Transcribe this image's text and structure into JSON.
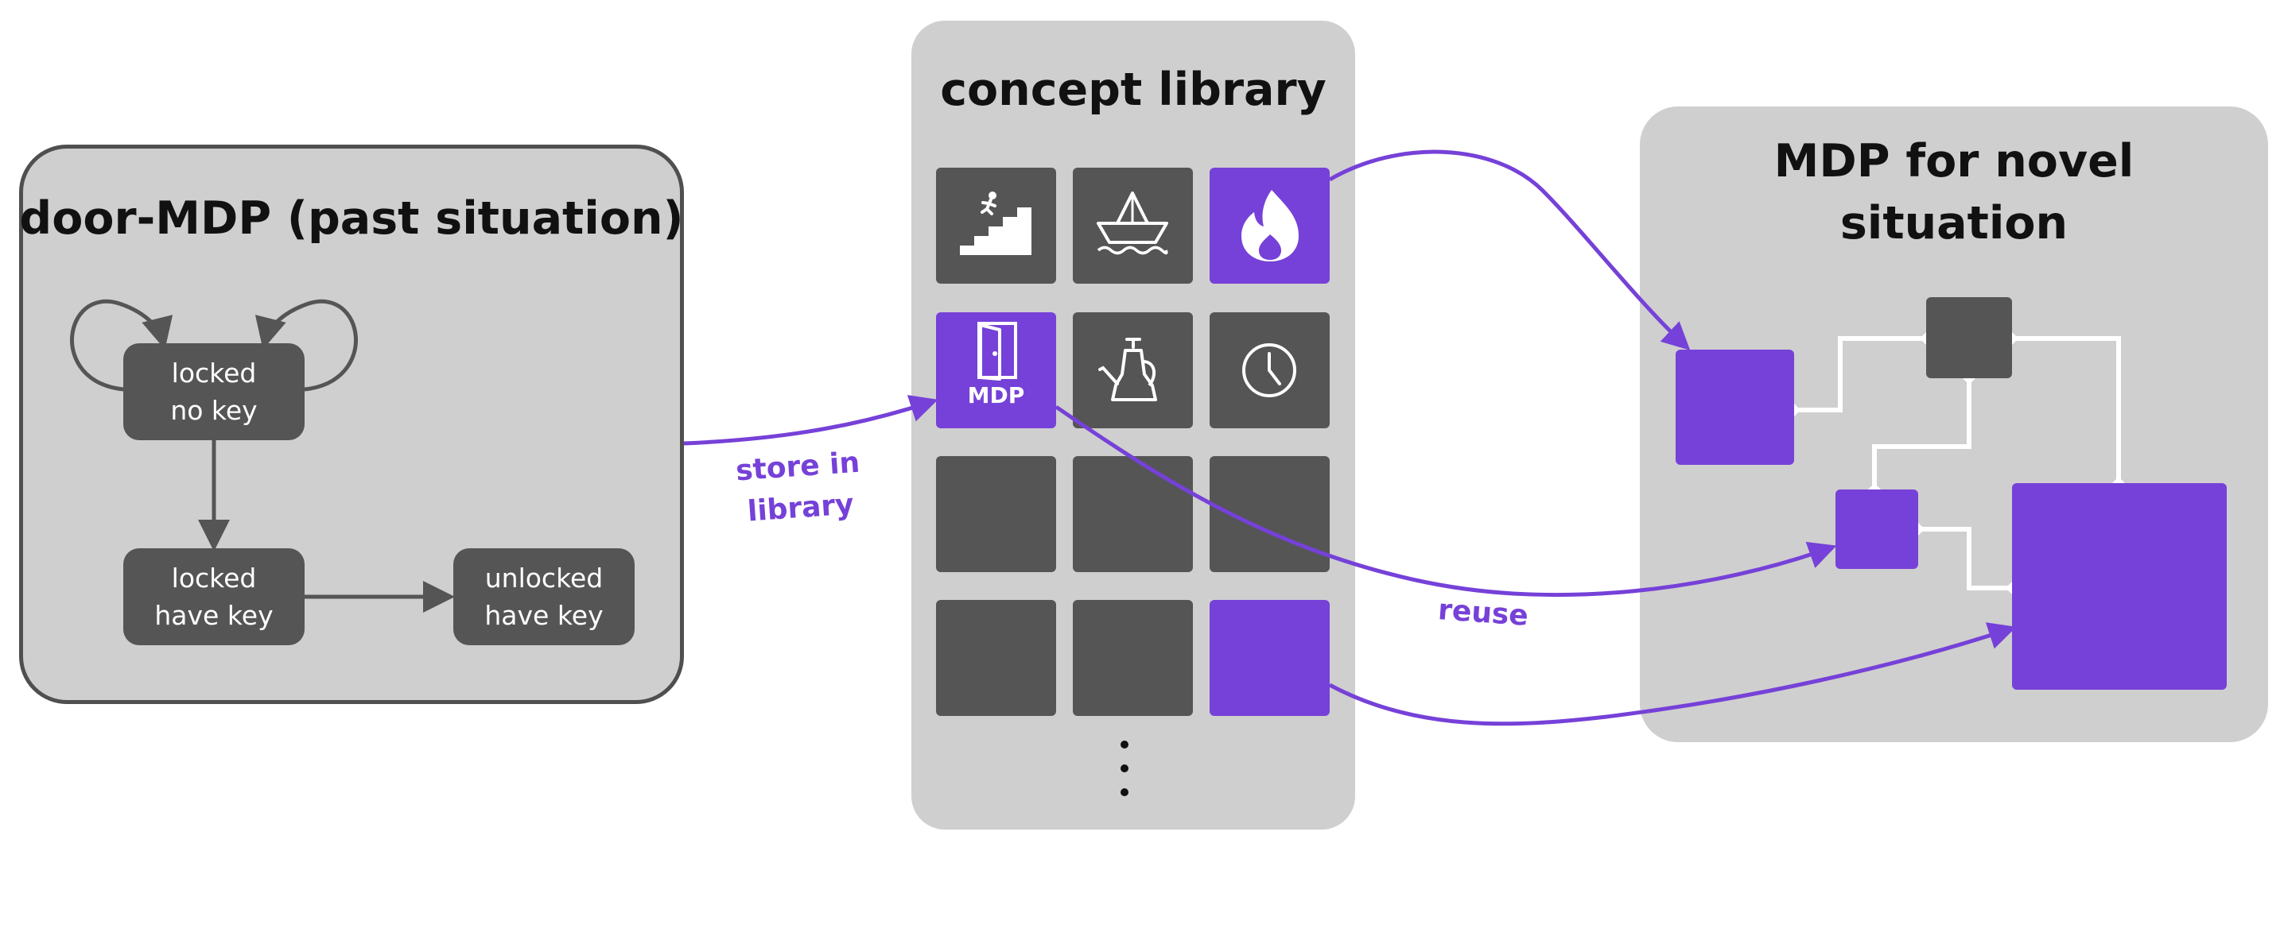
{
  "door_panel": {
    "title": "door-MDP (past situation)",
    "states": {
      "s1": [
        "locked",
        "no key"
      ],
      "s2": [
        "locked",
        "have key"
      ],
      "s3": [
        "unlocked",
        "have key"
      ]
    }
  },
  "library_panel": {
    "title": "concept library",
    "tiles": [
      {
        "icon": "stairs-icon",
        "color": "dark"
      },
      {
        "icon": "paper-boat-icon",
        "color": "dark"
      },
      {
        "icon": "fire-icon",
        "color": "purple"
      },
      {
        "icon": "door-icon",
        "color": "purple",
        "label": "MDP"
      },
      {
        "icon": "kettle-icon",
        "color": "dark"
      },
      {
        "icon": "clock-icon",
        "color": "dark"
      },
      {
        "icon": "",
        "color": "dark"
      },
      {
        "icon": "",
        "color": "dark"
      },
      {
        "icon": "",
        "color": "dark"
      },
      {
        "icon": "",
        "color": "dark"
      },
      {
        "icon": "",
        "color": "dark"
      },
      {
        "icon": "",
        "color": "purple"
      }
    ],
    "more_indicator": "⋮"
  },
  "novel_panel": {
    "title_line1": "MDP for novel",
    "title_line2": "situation"
  },
  "arrow_labels": {
    "store_line1": "store in",
    "store_line2": "library",
    "reuse": "reuse"
  },
  "colors": {
    "accent": "#7641d8",
    "dark_box": "#555555",
    "panel_bg": "#cfcfcf",
    "panel_border": "#4f4f4f"
  }
}
